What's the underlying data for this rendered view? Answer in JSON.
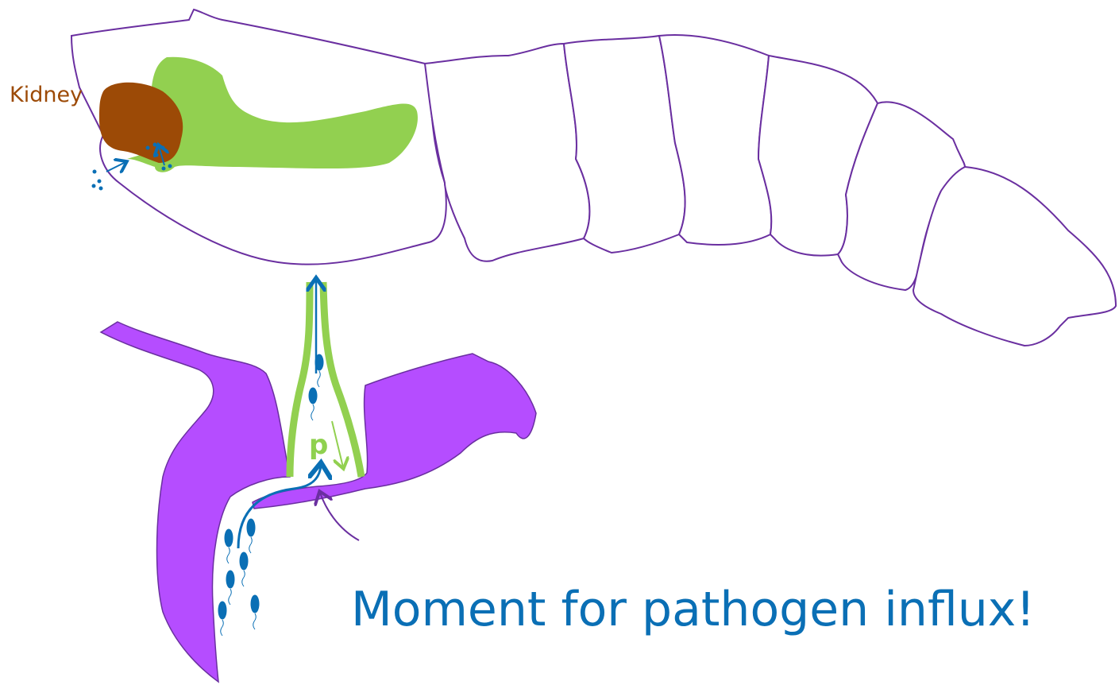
{
  "labels": {
    "kidney": "Kidney",
    "p": "p",
    "caption": "Moment for pathogen influx!"
  },
  "colors": {
    "outline": "#6a2fa0",
    "kidney": "#9c4a06",
    "gland": "#92d050",
    "tissue": "#b54dff",
    "pathogen": "#0a6fb5",
    "arrow_green": "#92d050"
  },
  "icons": [
    "pathogen-bacterium-icon",
    "arrow-icon"
  ]
}
